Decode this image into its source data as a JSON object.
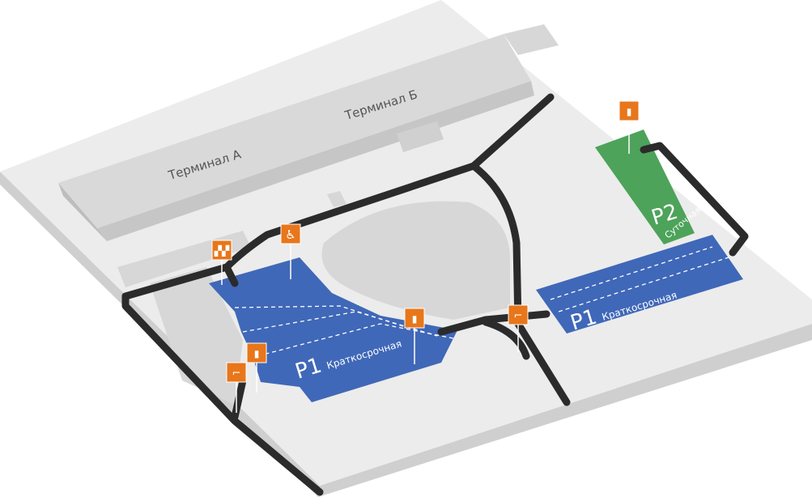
{
  "terminals": [
    {
      "name": "Терминал А"
    },
    {
      "name": "Терминал Б"
    }
  ],
  "parkings": [
    {
      "code": "P1",
      "type": "Краткосрочная",
      "color": "#4068b8"
    },
    {
      "code": "P1",
      "type": "Краткосрочная",
      "color": "#4068b8"
    },
    {
      "code": "P2",
      "type": "Суточная",
      "color": "#4da35a"
    }
  ],
  "colors": {
    "ground": "#e6e6e6",
    "road": "#2b2b2b",
    "sign": "#e8761a",
    "building": "#d4d4d4"
  },
  "signs": [
    "taxi-icon",
    "wheelchair-icon",
    "exit-icon",
    "payment-icon"
  ]
}
